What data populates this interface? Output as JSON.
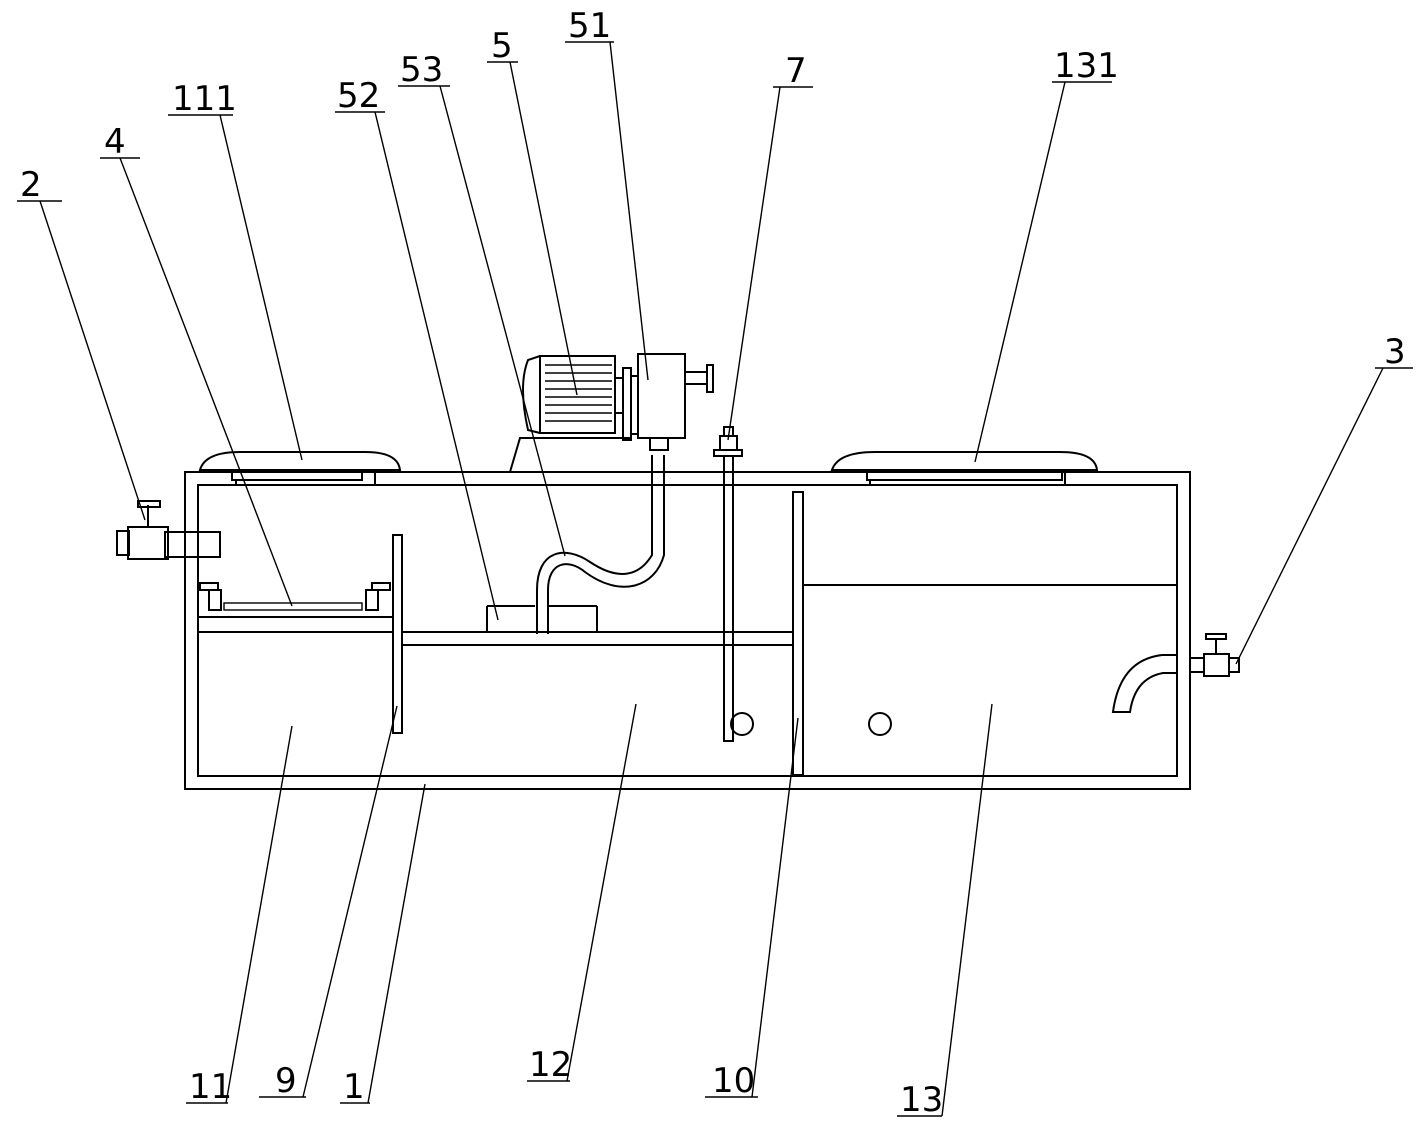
{
  "diagram": {
    "labels": [
      {
        "id": "2",
        "text": "2"
      },
      {
        "id": "4",
        "text": "4"
      },
      {
        "id": "111",
        "text": "111"
      },
      {
        "id": "52",
        "text": "52"
      },
      {
        "id": "53",
        "text": "53"
      },
      {
        "id": "5",
        "text": "5"
      },
      {
        "id": "51",
        "text": "51"
      },
      {
        "id": "7",
        "text": "7"
      },
      {
        "id": "131",
        "text": "131"
      },
      {
        "id": "3",
        "text": "3"
      },
      {
        "id": "11",
        "text": "11"
      },
      {
        "id": "9",
        "text": "9"
      },
      {
        "id": "1",
        "text": "1"
      },
      {
        "id": "12",
        "text": "12"
      },
      {
        "id": "10",
        "text": "10"
      },
      {
        "id": "13",
        "text": "13"
      }
    ]
  }
}
